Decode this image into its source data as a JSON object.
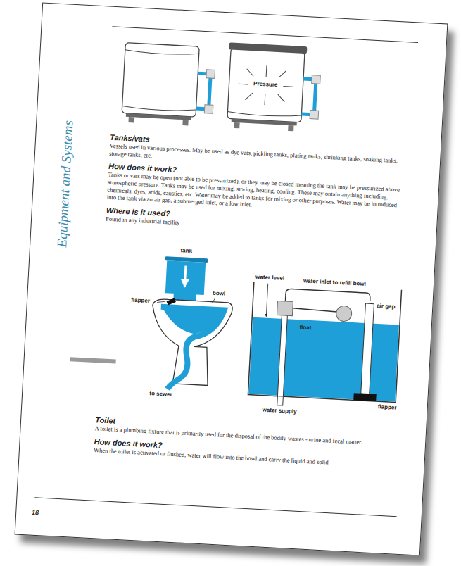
{
  "diagram": {
    "labels": [
      "Tanks/vats",
      "Vessels used in various processes. May be used as dye vats, pickling tanks, plating tanks, shrinking tanks, soaking tanks, storage tanks, etc.",
      "How does it work?",
      "Tanks or vats may be open (not able to be pressurized), or they may be closed meaning the tank may be pressurized above atmospheric pressure. Tanks may be used for mixing, storing, heating, cooling. These may ontain anything including, chemicals, dyes, acids, caustics, etc. Water may be added to tanks for mixing or other purposes. Water may be introduced into the tank via an air gap, a submerged inlet, or a low inlet.",
      "Where is it used?",
      "Found in any industrial facility",
      "Pressure",
      "tank",
      "flapper",
      "bowl",
      "to sewer",
      "water level",
      "water inlet to refill bowl",
      "air gap",
      "float",
      "water supply",
      "flapper",
      "Toilet",
      "A toilet is a plumbing fixture that is primarily used for the disposal of the bodily wastes - urine and fecal matter.",
      "How does it work?",
      "When the toilet is activated or flushed, water will flow into the bowl and carry the liquid and solid",
      "Equipment and Systems",
      "18"
    ]
  }
}
